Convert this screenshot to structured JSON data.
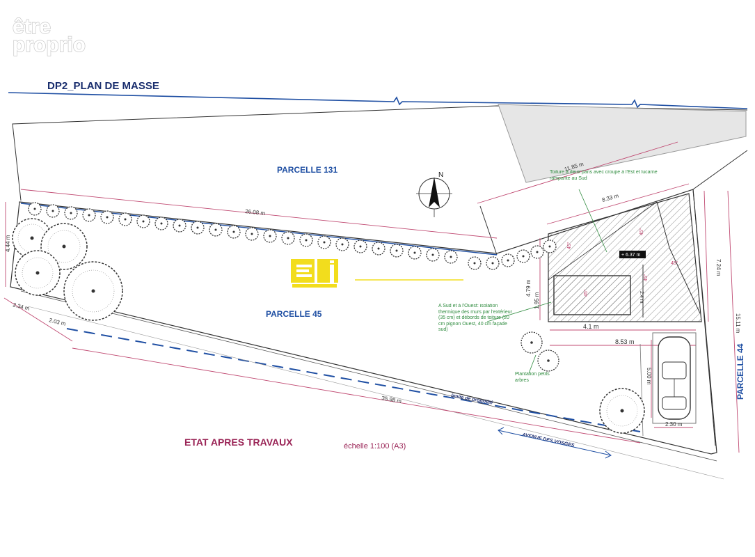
{
  "watermark": {
    "line1": "être",
    "line2": "proprio"
  },
  "header": {
    "title": "DP2_PLAN DE MASSE"
  },
  "parcels": {
    "p131": "PARCELLE 131",
    "p45": "PARCELLE 45",
    "p44": "PARCELLE 44"
  },
  "north": "N",
  "dimensions": {
    "top_edge": "26.08 m",
    "left_edge": "4.44 m",
    "left_bottom_a": "2.34 m",
    "left_bottom_b": "2.03 m",
    "bottom_edge": "35.98 m",
    "roof_width": "11.85 m",
    "house_width": "8.33 m",
    "house_side": "7.24 m",
    "right_edge": "15.11 m",
    "house_depth": "4.79 m",
    "extension_depth": "1.95 m",
    "extension_width": "4.1 m",
    "front_width": "8.53 m",
    "parking_length": "5.00 m",
    "parking_width": "2.30 m",
    "small_a": "2.4 m",
    "elevation": "+ 6.37 m"
  },
  "slopes": {
    "s1": "45°",
    "s2": "45°",
    "s3": "45°",
    "s4": "45°",
    "s5": "45°"
  },
  "annotations": {
    "roof_note": "Toiture à deux pans avec croupe à l'Est et lucarne rampante au Sud",
    "insulation_note": "A Sud et à l'Ouest: isolation thermique des murs par l'extérieur (35 cm) et débords de toiture (20 cm pignon Ouest, 40 cm façade sud)",
    "plantation_note": "Plantation petits arbres",
    "property_limit": "limite de propriété",
    "street": "AVENUE DES VOSGES"
  },
  "footer": {
    "title": "ETAT APRES TRAVAUX",
    "scale": "échelle 1:100 (A3)"
  },
  "colors": {
    "blue": "#1f4fa3",
    "pink": "#c04a72",
    "green": "#2e8b3e",
    "logo": "#f2dd1d",
    "maroon": "#9a2456"
  },
  "icons": [
    "north-arrow-icon",
    "tree-icon",
    "car-icon",
    "logo-icon"
  ]
}
